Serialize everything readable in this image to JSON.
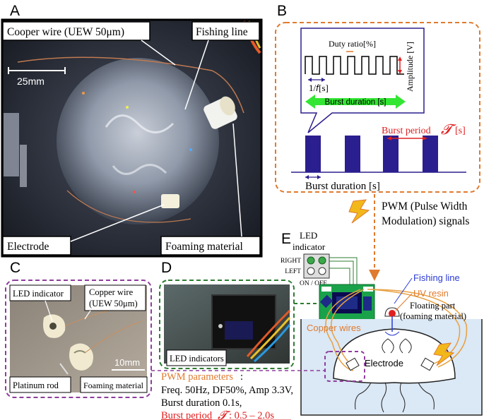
{
  "panels": {
    "A": {
      "letter": "A",
      "label_copper": "Cooper wire (UEW 50μm)",
      "label_fishing": "Fishing line",
      "scale": "25mm",
      "label_electrode": "Electrode",
      "label_foaming": "Foaming material"
    },
    "B": {
      "letter": "B",
      "duty": "Duty ratio[%]",
      "amplitude": "Amplitude [V]",
      "freq": "1/𝑓[s]",
      "burst_duration_arrow": "Burst duration [s]",
      "burst_period": "Burst period",
      "tau": "𝓣",
      "tau_unit": "[s]",
      "burst_duration_bottom": "Burst duration [s]"
    },
    "pwm": {
      "line1": "PWM (Pulse Width",
      "line2": "Modulation) signals"
    },
    "C": {
      "letter": "C",
      "label_led": "LED indicator",
      "label_copper_1": "Copper wire",
      "label_copper_2": "(UEW 50μm)",
      "scale": "10mm",
      "label_platinum": "Platinum rod",
      "label_foaming": "Foaming material"
    },
    "D": {
      "letter": "D",
      "label": "LED indicators"
    },
    "E": {
      "letter": "E",
      "led_1": "LED",
      "led_2": "indicator",
      "right": "RIGHT",
      "left": "LEFT",
      "onoff": "ON / OFF",
      "fishing": "Fishing line",
      "uv": "UV resin",
      "floating_1": "Floating part",
      "floating_2": "(foaming material)",
      "copper": "Copper wires",
      "electrode": "Electrode"
    },
    "params": {
      "title": "PWM parameters",
      "colon": ":",
      "line1": "Freq. 50Hz, DF50%, Amp 3.3V,",
      "line2": "Burst duration 0.1s,",
      "line3_prefix": "Burst period",
      "line3_tau": "𝓣",
      "line3_suffix": ":  0.5 – 2.0s"
    }
  },
  "colors": {
    "orange_dash": "#e07a2e",
    "green_dash": "#2e7d32",
    "purple_dash": "#8e3d9c",
    "navy": "#2b1e8e",
    "red": "#e02020",
    "green_arrow": "#33e633",
    "copper": "#e8a040",
    "water": "#dbe8f5"
  }
}
